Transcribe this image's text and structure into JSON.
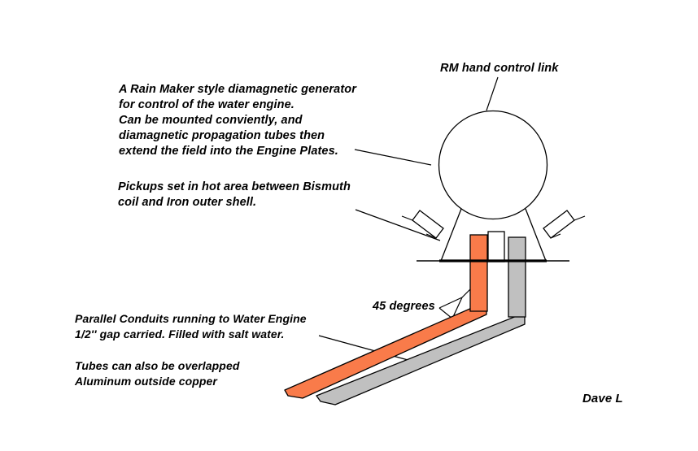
{
  "document": {
    "type": "hand-drawn technical sketch",
    "background_color": "#ffffff",
    "ink_color": "#000000"
  },
  "annotations": {
    "intro": "A Rain Maker style diamagnetic generator\nfor control of the water engine.\nCan be mounted conviently, and\ndiamagnetic propagation tubes then\nextend the field into the Engine Plates.",
    "pickups": "Pickups set in hot area between Bismuth\ncoil and Iron outer shell.",
    "conduits": "Parallel Conduits running to Water Engine\n1/2'' gap carried. Filled with salt water.",
    "overlap": "Tubes can also be overlapped\nAluminum outside copper",
    "hand_control": "RM hand control link",
    "angle": "45 degrees",
    "signature": "Dave L"
  },
  "colors": {
    "copper_tube": "#F97B4A",
    "copper_tube_edge": "#E8633A",
    "aluminum_tube": "#C0C0C0",
    "aluminum_tube_edge": "#A8A8A8",
    "white_tube": "#FFFFFF",
    "outline": "#000000"
  },
  "parts": {
    "generator_body": "circular diamagnetic generator housing",
    "pickup_left": "left pickup bar at 45 degrees",
    "pickup_right": "right pickup bar at 45 degrees",
    "engine_plate_line": "horizontal engine plate baseline",
    "tube_orange": "copper propagation tube (orange)",
    "tube_white": "center white tube",
    "tube_gray": "aluminum propagation tube (gray)",
    "conduit_orange": "parallel copper conduit to water engine",
    "conduit_gray": "parallel aluminum conduit to water engine"
  }
}
